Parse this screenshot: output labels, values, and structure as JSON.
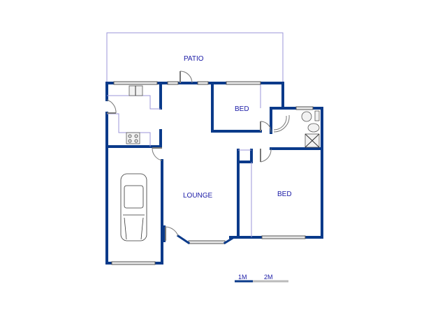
{
  "floorplan": {
    "rooms": [
      {
        "id": "patio",
        "label": "PATIO"
      },
      {
        "id": "bed1",
        "label": "BED"
      },
      {
        "id": "lounge",
        "label": "LOUNGE"
      },
      {
        "id": "bed2",
        "label": "BED"
      }
    ],
    "unlabeled_areas": [
      "kitchen",
      "garage",
      "bathroom"
    ],
    "fixtures": [
      "kitchen-sink",
      "stove",
      "car",
      "toilet",
      "basin",
      "shower"
    ],
    "scale_bar": {
      "label_1": "1M",
      "label_2": "2M"
    },
    "colors": {
      "wall": "#0a3a8a",
      "label": "#1a1aa6",
      "outline": "#9b96d8"
    }
  }
}
